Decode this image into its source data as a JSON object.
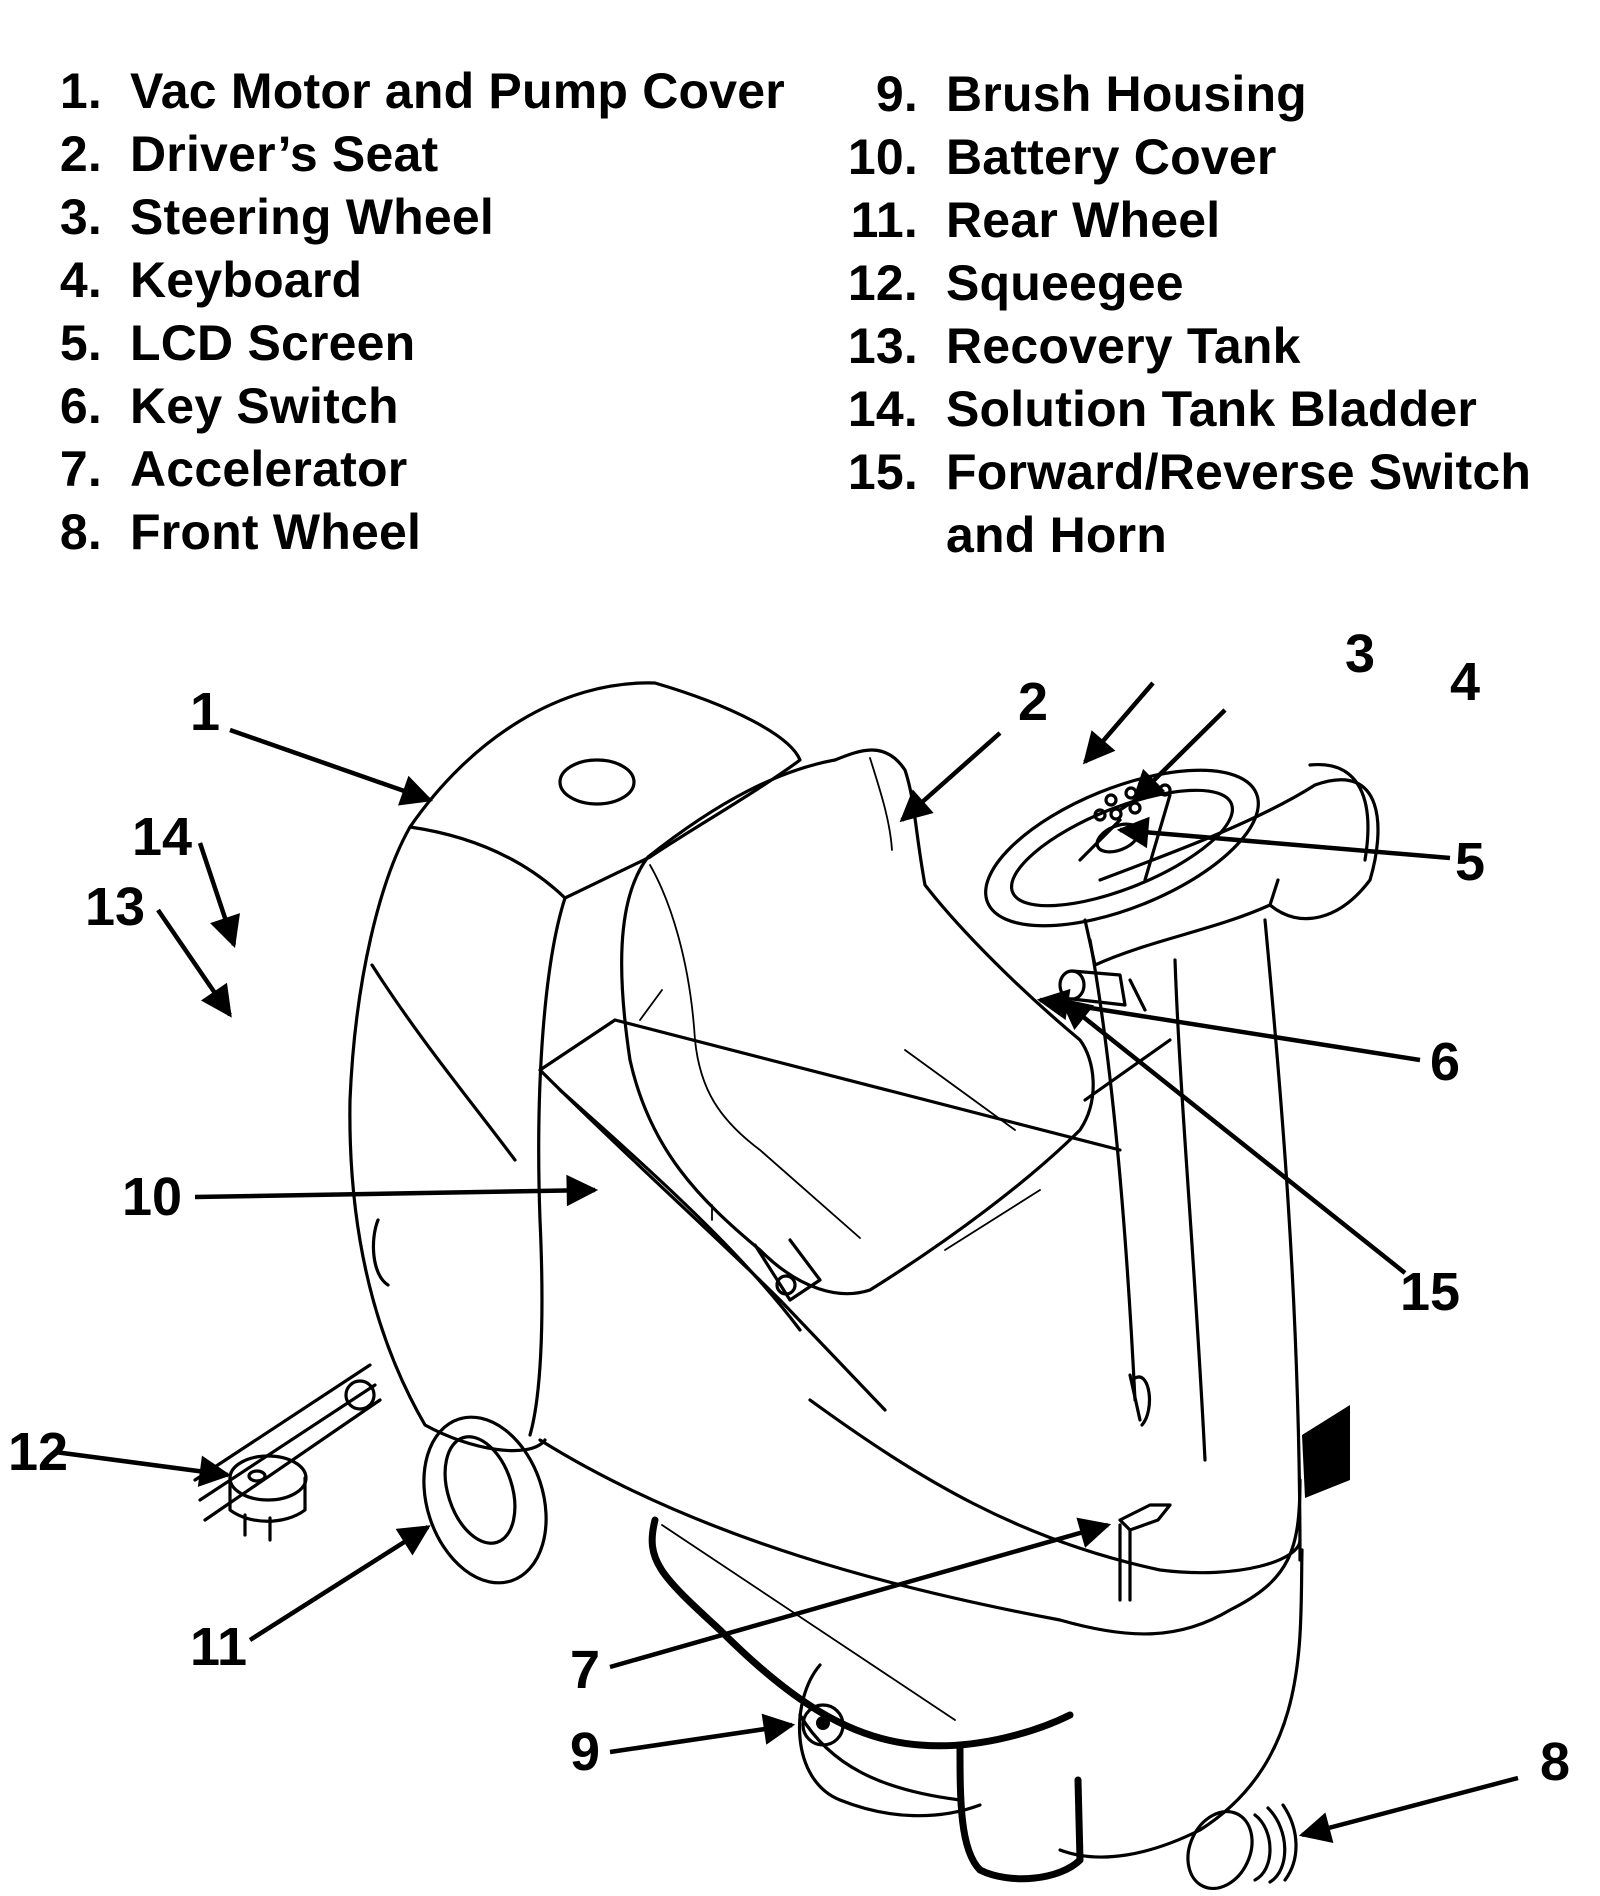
{
  "figure": {
    "legend": {
      "left": [
        {
          "num": "1.",
          "label": "Vac Motor and Pump Cover"
        },
        {
          "num": "2.",
          "label": "Driver’s Seat"
        },
        {
          "num": "3.",
          "label": "Steering Wheel"
        },
        {
          "num": "4.",
          "label": "Keyboard"
        },
        {
          "num": "5.",
          "label": "LCD Screen"
        },
        {
          "num": "6.",
          "label": "Key Switch"
        },
        {
          "num": "7.",
          "label": "Accelerator"
        },
        {
          "num": "8.",
          "label": "Front Wheel"
        }
      ],
      "right": [
        {
          "num": "9.",
          "label": "Brush Housing"
        },
        {
          "num": "10.",
          "label": "Battery Cover"
        },
        {
          "num": "11.",
          "label": "Rear Wheel"
        },
        {
          "num": "12.",
          "label": "Squeegee"
        },
        {
          "num": "13.",
          "label": "Recovery Tank"
        },
        {
          "num": "14.",
          "label": "Solution Tank Bladder"
        },
        {
          "num": "15.",
          "label": "Forward/Reverse Switch",
          "continuation": "and Horn"
        }
      ]
    },
    "callouts": [
      "1",
      "2",
      "3",
      "4",
      "5",
      "6",
      "7",
      "8",
      "9",
      "10",
      "11",
      "12",
      "13",
      "14",
      "15"
    ],
    "subject": "ride-on floor scrubber line drawing"
  }
}
